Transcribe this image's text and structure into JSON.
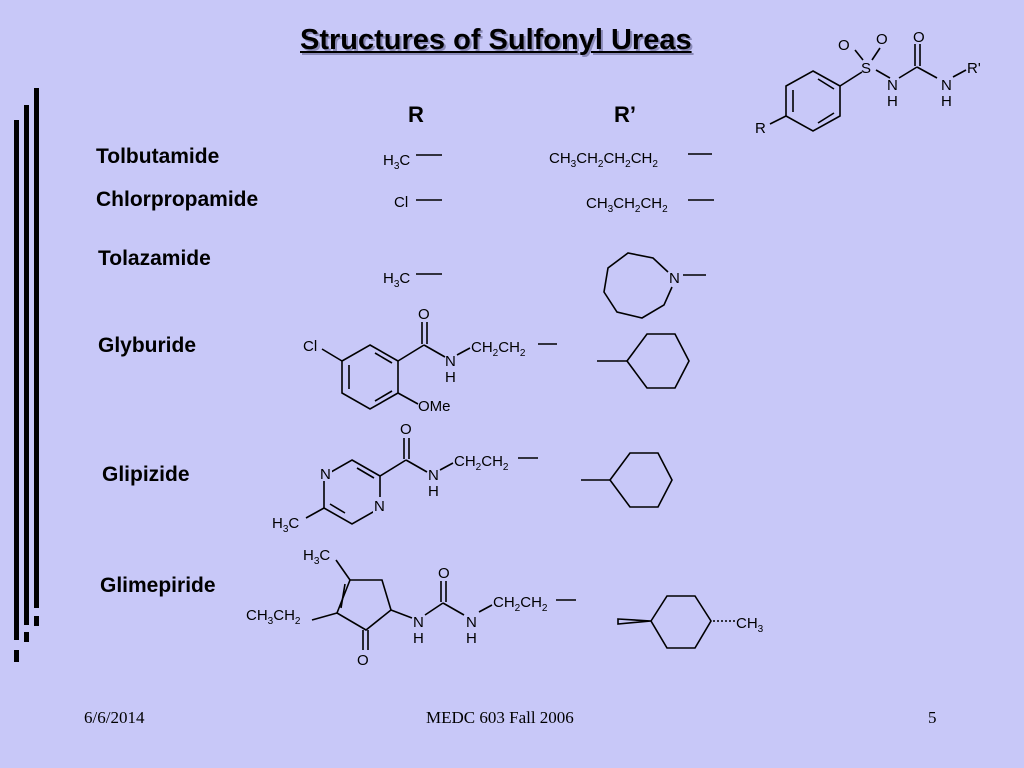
{
  "slide": {
    "title": "Structures of Sulfonyl Ureas",
    "col_headers": {
      "r": "R",
      "r_prime": "R’"
    },
    "drugs": [
      {
        "name": "Tolbutamide",
        "r": "H3C",
        "r_prime": "CH3CH2CH2CH2"
      },
      {
        "name": "Chlorpropamide",
        "r": "Cl",
        "r_prime": "CH3CH2CH2"
      },
      {
        "name": "Tolazamide",
        "r": "H3C",
        "r_prime": "azepan-1-yl"
      },
      {
        "name": "Glyburide",
        "r": "5-chloro-2-methoxybenzamido-ethyl",
        "r_prime": "cyclohexyl"
      },
      {
        "name": "Glipizide",
        "r": "5-methylpyrazine-2-carboxamido-ethyl",
        "r_prime": "cyclohexyl"
      },
      {
        "name": "Glimepiride",
        "r": "3-ethyl-4-methyl-2-oxo-pyrrolinyl-carboxamido-ethyl",
        "r_prime": "trans-4-methylcyclohexyl"
      }
    ],
    "labels": {
      "O": "O",
      "S": "S",
      "N": "N",
      "H": "H",
      "R": "R",
      "Rp": "R'",
      "Cl": "Cl",
      "OMe": "OMe",
      "C": "C",
      "CH": "CH",
      "CH3": "CH",
      "sub2": "2",
      "sub3": "3"
    }
  },
  "footer": {
    "date": "6/6/2014",
    "course": "MEDC 603 Fall 2006",
    "page": "5"
  }
}
